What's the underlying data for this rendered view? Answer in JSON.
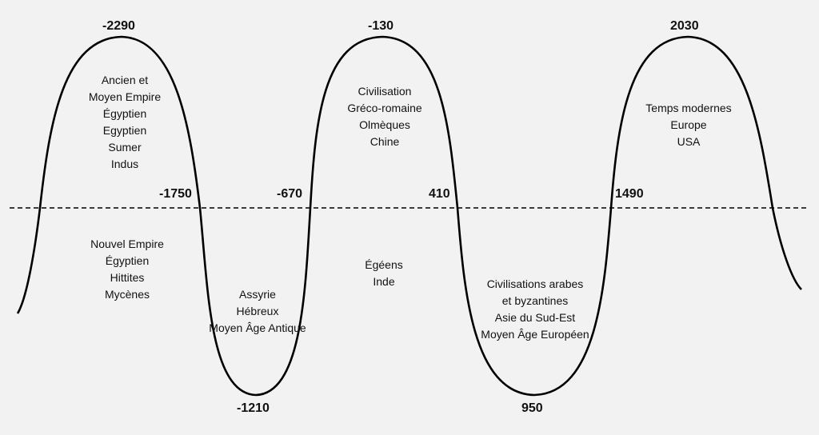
{
  "years": {
    "peak1": "-2290",
    "peak2": "-130",
    "peak3": "2030",
    "trough1": "-1210",
    "trough2": "950",
    "cross1": "-1750",
    "cross2": "-670",
    "cross3": "410",
    "cross4": "1490"
  },
  "eras": {
    "peak1": [
      "Ancien et",
      "Moyen Empire",
      "Égyptien",
      "Egyptien",
      "Sumer",
      "Indus"
    ],
    "peak2": [
      "Civilisation",
      "Gréco-romaine",
      "Olmèques",
      "Chine"
    ],
    "peak3": [
      "Temps modernes",
      "Europe",
      "USA"
    ],
    "low0": [
      "Nouvel Empire",
      "Égyptien",
      "Hittites",
      "Mycènes"
    ],
    "trough1": [
      "Assyrie",
      "Hébreux",
      "Moyen Âge Antique"
    ],
    "low2": [
      "Égéens",
      "Inde"
    ],
    "trough2": [
      "Civilisations arabes",
      "et byzantines",
      "Asie du Sud-Est",
      "Moyen Âge Européen"
    ]
  },
  "colors": {
    "line": "#000000",
    "background": "#f2f2f2"
  }
}
